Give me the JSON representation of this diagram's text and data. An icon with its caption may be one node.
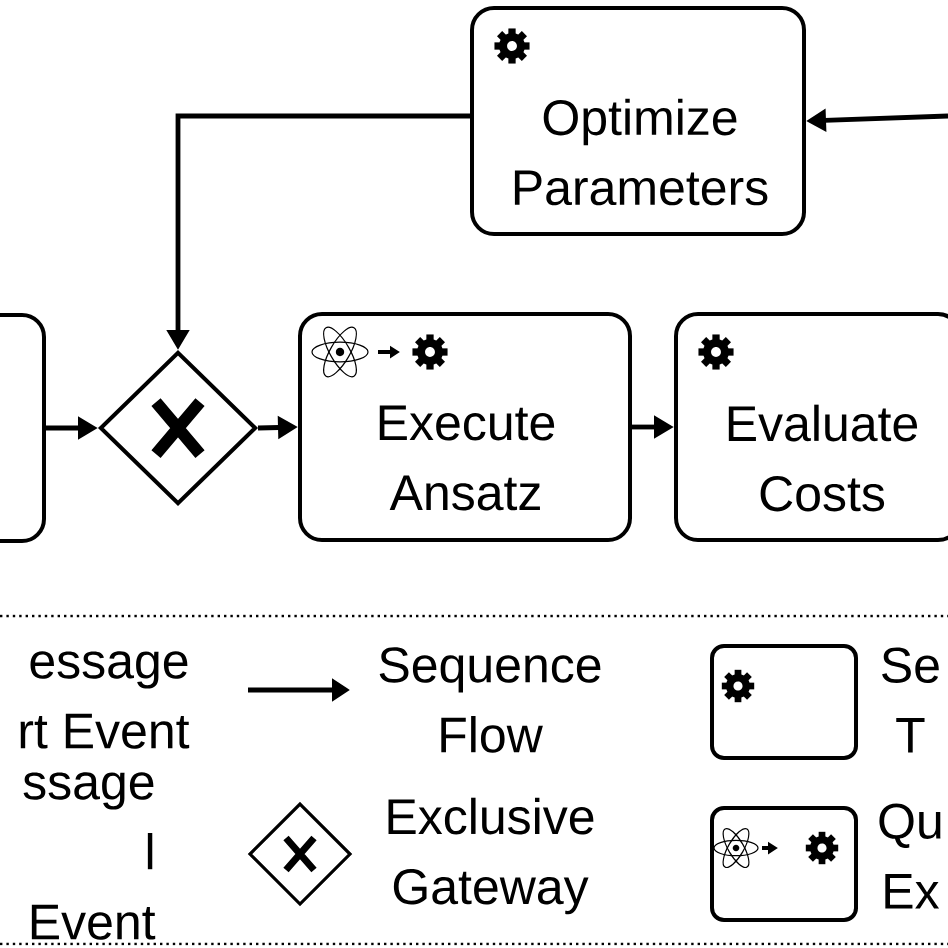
{
  "diagram": {
    "nodes": [
      {
        "text": [],
        "shape": "box"
      },
      {
        "text": [],
        "shape": "diamond"
      },
      {
        "text": [
          "Execute Ansatz"
        ]
      },
      {
        "text": [
          "Evaluate Costs"
        ]
      },
      {
        "text": [
          "Optimize Parameters"
        ]
      }
    ],
    "edges": [
      {
        "from": 0,
        "to": 1,
        "arrow": "to"
      },
      {
        "from": 1,
        "to": 2,
        "arrow": "to"
      },
      {
        "from": 2,
        "to": 3,
        "arrow": "to"
      },
      {
        "from": null,
        "to": 4,
        "arrow": "to"
      },
      {
        "from": 4,
        "to": 1,
        "arrow": "to"
      }
    ],
    "legend": [
      {
        "text": "essage rt Event"
      },
      {
        "text": "Sequence Flow"
      },
      {
        "text": "Se T"
      },
      {
        "text": "ssage l Event"
      },
      {
        "text": "Exclusive Gateway"
      },
      {
        "text": "Qu Ex"
      }
    ]
  }
}
